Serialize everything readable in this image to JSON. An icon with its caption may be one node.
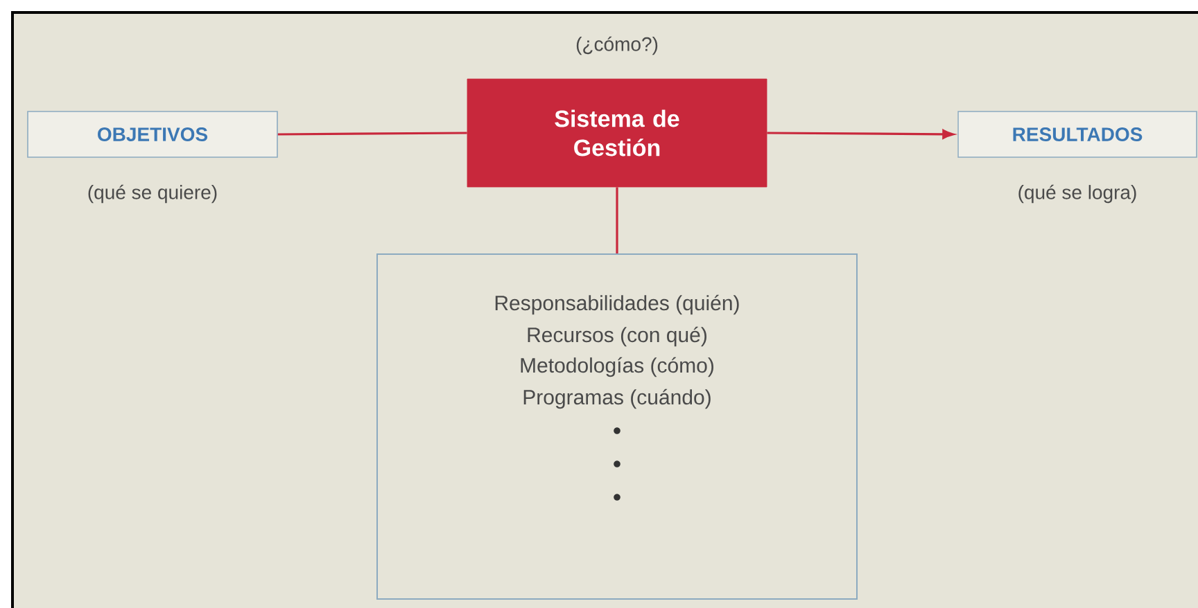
{
  "diagram": {
    "nodes": [
      {
        "text": [
          "OBJETIVOS"
        ],
        "beside": [
          "(qué se quiere)"
        ]
      },
      {
        "text": [
          "Sistema de Gestión"
        ],
        "beside": [
          "(¿cómo?)"
        ]
      },
      {
        "text": [
          "RESULTADOS"
        ],
        "beside": [
          "(qué se logra)"
        ]
      },
      {
        "text": [
          "Responsabilidades (quién)",
          "Recursos (con qué)",
          "Metodologías (cómo)",
          "Programas (cuándo)"
        ]
      }
    ],
    "edges": [
      {
        "from": 0,
        "to": 1,
        "arrow": "none"
      },
      {
        "from": 1,
        "to": 2,
        "arrow": "to"
      },
      {
        "from": 1,
        "to": 3,
        "arrow": "none"
      }
    ]
  }
}
